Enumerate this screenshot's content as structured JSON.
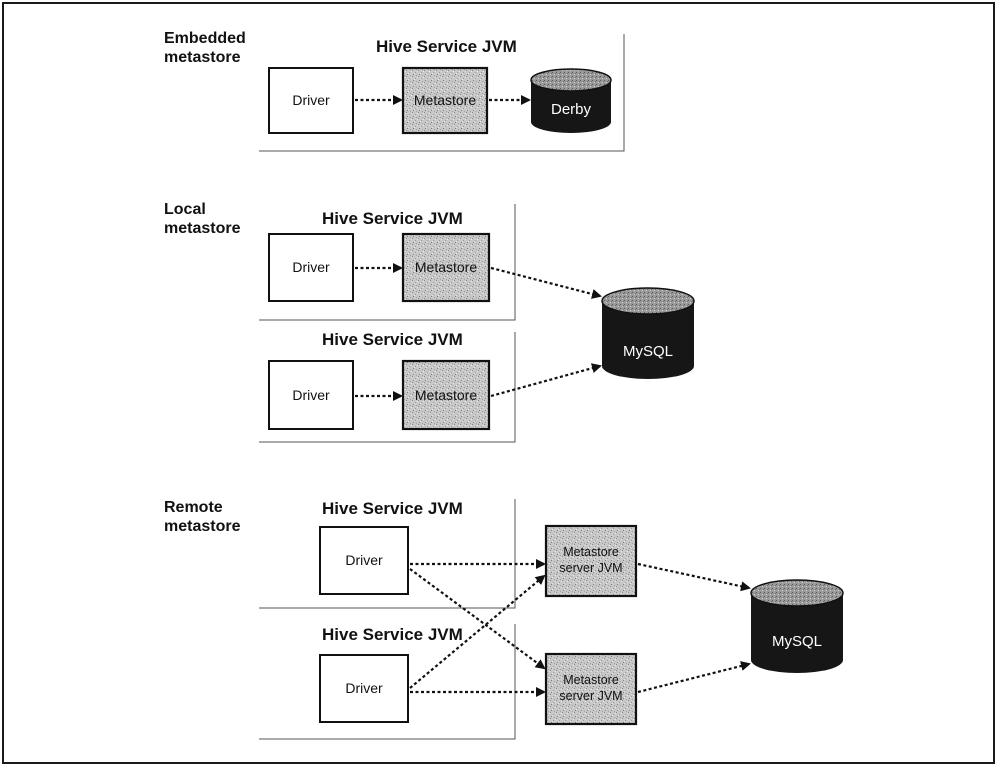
{
  "sections": {
    "embedded": {
      "label_line1": "Embedded",
      "label_line2": "metastore",
      "jvm_title": "Hive Service JVM",
      "driver": "Driver",
      "metastore": "Metastore",
      "database": "Derby"
    },
    "local": {
      "label_line1": "Local",
      "label_line2": "metastore",
      "jvms": [
        {
          "title": "Hive Service JVM",
          "driver": "Driver",
          "metastore": "Metastore"
        },
        {
          "title": "Hive Service JVM",
          "driver": "Driver",
          "metastore": "Metastore"
        }
      ],
      "database": "MySQL"
    },
    "remote": {
      "label_line1": "Remote",
      "label_line2": "metastore",
      "jvms": [
        {
          "title": "Hive Service JVM",
          "driver": "Driver"
        },
        {
          "title": "Hive Service JVM",
          "driver": "Driver"
        }
      ],
      "metastore_servers": [
        {
          "line1": "Metastore",
          "line2": "server JVM"
        },
        {
          "line1": "Metastore",
          "line2": "server JVM"
        }
      ],
      "database": "MySQL"
    }
  },
  "colors": {
    "metastore_fill": "#c4c4c4",
    "database_fill": "#161616",
    "database_top": "#9a9a9a",
    "border": "#111111"
  }
}
